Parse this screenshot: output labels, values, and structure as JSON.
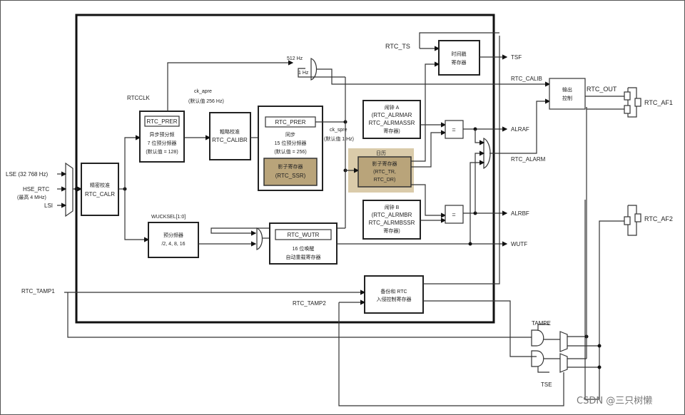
{
  "diagram": {
    "title": "RTC block diagram",
    "inputs": {
      "lse": "LSE (32 768 Hz)",
      "hse_rtc": "HSE_RTC",
      "hse_note": "(最高 4 MHz)",
      "lsi": "LSI",
      "rtc_tamp1": "RTC_TAMP1",
      "rtc_tamp2": "RTC_TAMP2",
      "rtc_ts": "RTC_TS"
    },
    "signals": {
      "rtcclk": "RTCCLK",
      "ck_apre": "ck_apre",
      "ck_apre_default": "(默认值 256 Hz)",
      "ck_spre": "ck_spre",
      "ck_spre_default": "(默认值 1 Hz)",
      "hz512": "512 Hz",
      "hz1": "1 Hz",
      "wucksel": "WUCKSEL[1:0]",
      "tampe": "TAMPE",
      "tse": "TSE"
    },
    "blocks": {
      "calr": {
        "line1": "精密校准",
        "line2": "RTC_CALR"
      },
      "async_prer": {
        "reg": "RTC_PRER",
        "line1": "异步预分频",
        "line2": "7 位预分频器",
        "line3": "(默认值 = 128)"
      },
      "calib": {
        "line1": "粗略校准",
        "line2": "RTC_CALIBR"
      },
      "sync_prer": {
        "reg": "RTC_PRER",
        "line1": "同步",
        "line2": "15 位预分频器",
        "line3": "(默认值 = 256)"
      },
      "ssr": {
        "line1": "影子寄存器",
        "line2": "(RTC_SSR)"
      },
      "shadow_tr": {
        "title": "日历",
        "line1": "影子寄存器",
        "line2": "(RTC_TR,",
        "line3": "RTC_DR)"
      },
      "alarm_a": {
        "line1": "闹钟 A",
        "line2": "(RTC_ALRMAR",
        "line3": "RTC_ALRMASSR",
        "line4": "寄存器)"
      },
      "alarm_b": {
        "line1": "闹钟 B",
        "line2": "(RTC_ALRMBR",
        "line3": "RTC_ALRMBSSR",
        "line4": "寄存器)"
      },
      "timestamp": {
        "line1": "时间戳",
        "line2": "寄存器"
      },
      "wut_div": {
        "line1": "预分频器",
        "line2": "/2, 4, 8, 16"
      },
      "wutr": {
        "reg": "RTC_WUTR",
        "line1": "16 位唤醒",
        "line2": "自动重载寄存器"
      },
      "backup": {
        "line1": "备份和 RTC",
        "line2": "入侵控制寄存器"
      },
      "out_ctrl": {
        "line1": "输出",
        "line2": "控制"
      },
      "cmp_a": "=",
      "cmp_b": "="
    },
    "outputs": {
      "tsf": "TSF",
      "rtc_calib": "RTC_CALIB",
      "alraf": "ALRAF",
      "rtc_alarm": "RTC_ALARM",
      "alrbf": "ALRBF",
      "wutf": "WUTF",
      "rtc_out": "RTC_OUT",
      "rtc_af1": "RTC_AF1",
      "rtc_af2": "RTC_AF2"
    },
    "highlight_color": "#cdb98e"
  },
  "watermark": "CSDN @三只树懒"
}
